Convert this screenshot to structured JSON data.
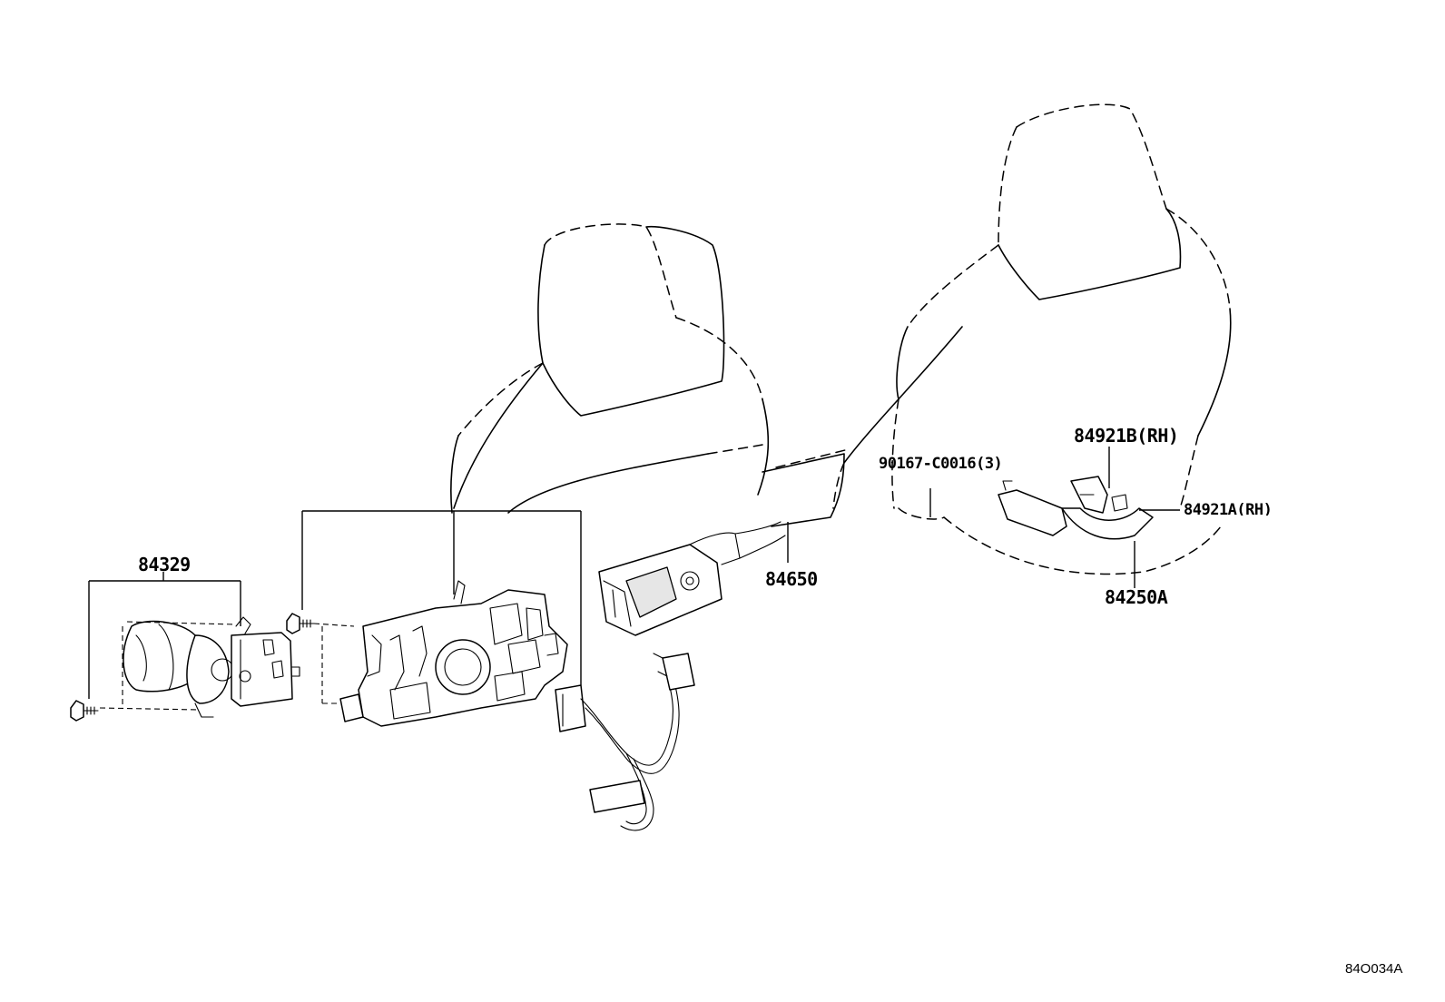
{
  "diagram_code": "84O034A",
  "parts": [
    {
      "id": "p84329",
      "number": "84329"
    },
    {
      "id": "p84650",
      "number": "84650"
    },
    {
      "id": "p90167",
      "number": "90167-C0016(3)"
    },
    {
      "id": "p84921B",
      "number": "84921B(RH)"
    },
    {
      "id": "p84921A",
      "number": "84921A(RH)"
    },
    {
      "id": "p84250A",
      "number": "84250A"
    }
  ]
}
